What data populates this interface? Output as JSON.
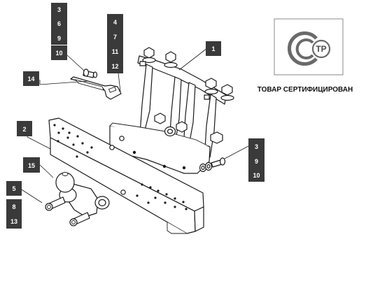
{
  "certification": {
    "text": "ТОВАР СЕРТИФИЦИРОВАН",
    "logo_letters": "ТР"
  },
  "callouts": [
    {
      "id": "c3a",
      "label": "3"
    },
    {
      "id": "c6",
      "label": "6"
    },
    {
      "id": "c9a",
      "label": "9"
    },
    {
      "id": "c10a",
      "label": "10"
    },
    {
      "id": "c4",
      "label": "4"
    },
    {
      "id": "c7",
      "label": "7"
    },
    {
      "id": "c11",
      "label": "11"
    },
    {
      "id": "c12",
      "label": "12"
    },
    {
      "id": "c1",
      "label": "1"
    },
    {
      "id": "c14",
      "label": "14"
    },
    {
      "id": "c2",
      "label": "2"
    },
    {
      "id": "c15",
      "label": "15"
    },
    {
      "id": "c5",
      "label": "5"
    },
    {
      "id": "c8",
      "label": "8"
    },
    {
      "id": "c13",
      "label": "13"
    },
    {
      "id": "c3b",
      "label": "3"
    },
    {
      "id": "c9b",
      "label": "9"
    },
    {
      "id": "c10b",
      "label": "10"
    }
  ]
}
